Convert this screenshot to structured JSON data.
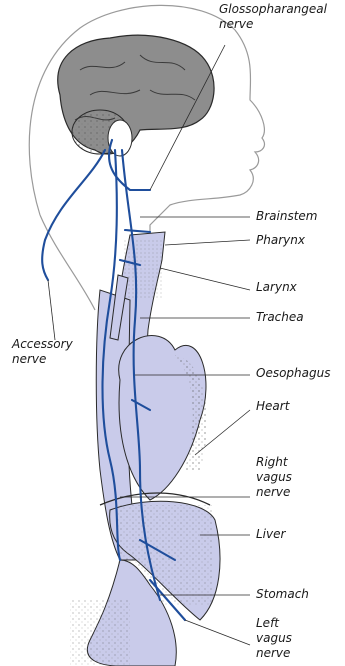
{
  "labels": {
    "glossopharyngeal": "Glossopharangeal\nnerve",
    "brainstem": "Brainstem",
    "pharynx": "Pharynx",
    "larynx": "Larynx",
    "trachea": "Trachea",
    "accessory": "Accessory\nnerve",
    "oesophagus": "Oesophagus",
    "heart": "Heart",
    "right_vagus": "Right\nvagus\nnerve",
    "liver": "Liver",
    "stomach": "Stomach",
    "left_vagus": "Left\nvagus\nnerve"
  },
  "colors": {
    "nerve": "#1f4e9c",
    "organ_fill": "#c9cbea",
    "brain_fill": "#8d8d8d",
    "outline": "#2a2a2a"
  }
}
